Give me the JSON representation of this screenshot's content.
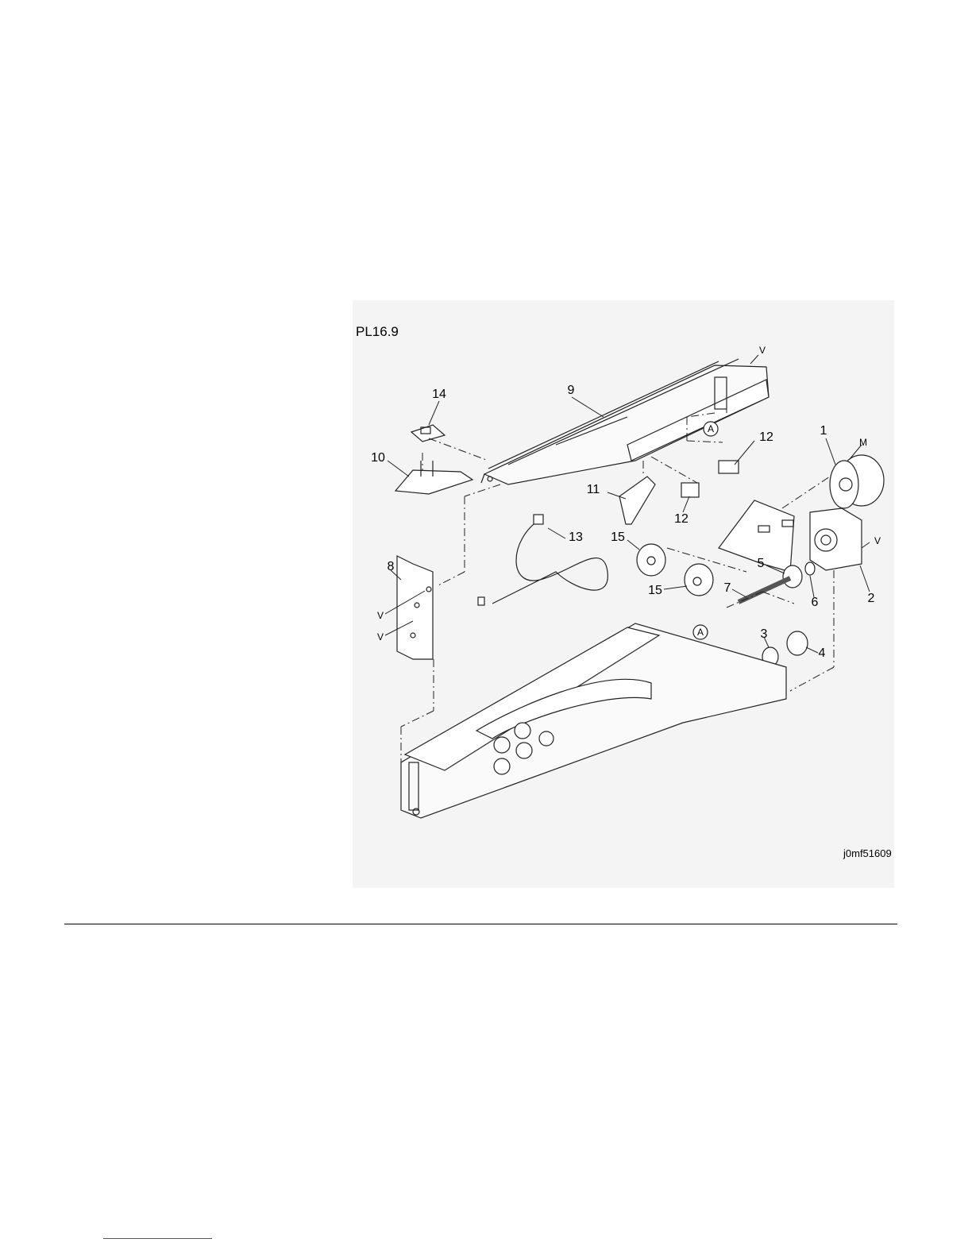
{
  "figure": {
    "title": "PL16.9",
    "figure_id": "j0mf51609"
  },
  "callouts": {
    "c1": "1",
    "c2": "2",
    "c3": "3",
    "c4": "4",
    "c5": "5",
    "c6": "6",
    "c7": "7",
    "c8": "8",
    "c9": "9",
    "c10": "10",
    "c11": "11",
    "c12a": "12",
    "c12b": "12",
    "c13": "13",
    "c14": "14",
    "c15a": "15",
    "c15b": "15"
  },
  "markers": {
    "v_top": "V",
    "v_right": "V",
    "v_left1": "V",
    "v_left2": "V",
    "m_motor": "M",
    "a_top": "A",
    "a_bottom": "A"
  }
}
